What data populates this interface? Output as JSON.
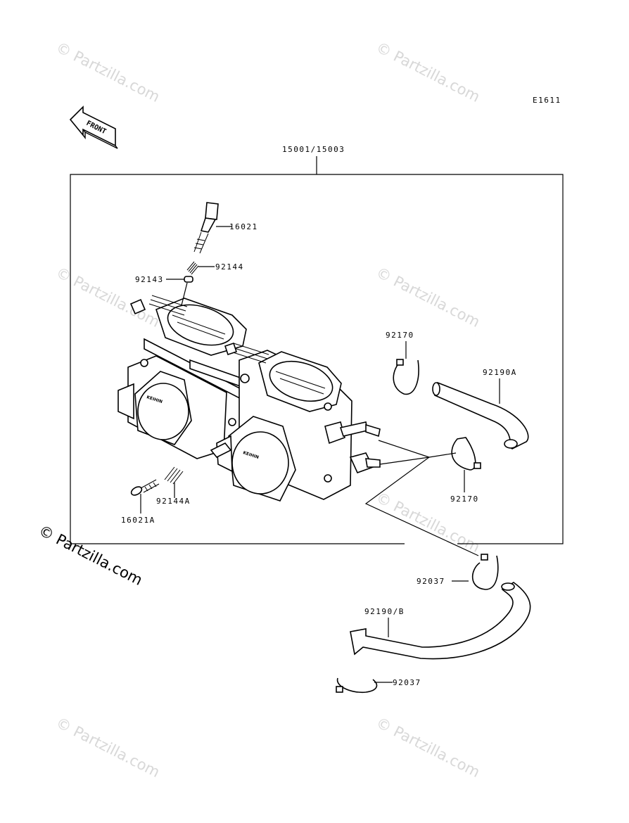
{
  "diagram_code": "E1611",
  "front_label": "FRONT",
  "watermark_text": "© Partzilla.com",
  "main_watermark_text": "© Partzilla.com",
  "assembly_label": "15001/15003",
  "carb_brand_mark": "KEIHIN",
  "part_labels": {
    "p16021": "16021",
    "p92144": "92144",
    "p92143": "92143",
    "p92170_top": "92170",
    "p92190A": "92190A",
    "p92170_bottom": "92170",
    "p92144A": "92144A",
    "p16021A": "16021A",
    "p92037_top": "92037",
    "p92190B": "92190/B",
    "p92037_bottom": "92037"
  }
}
